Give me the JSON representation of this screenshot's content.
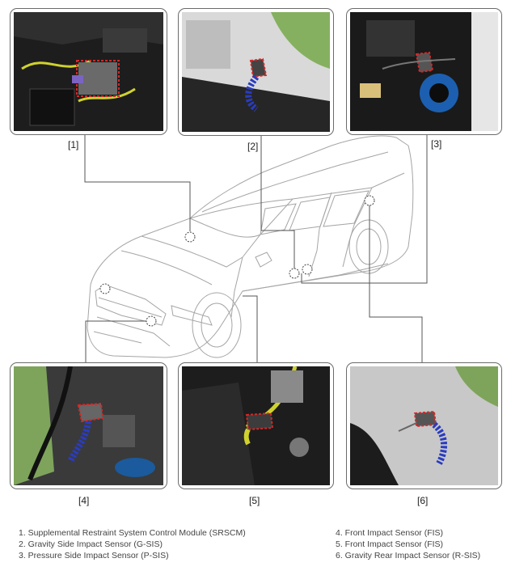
{
  "panels": [
    {
      "label": "[1]"
    },
    {
      "label": "[2]"
    },
    {
      "label": "[3]"
    },
    {
      "label": "[4]"
    },
    {
      "label": "[5]"
    },
    {
      "label": "[6]"
    }
  ],
  "legend_left": [
    "1. Supplemental Restraint System Control Module (SRSCM)",
    "2. Gravity Side Impact Sensor (G-SIS)",
    "3. Pressure Side Impact Sensor (P-SIS)"
  ],
  "legend_right": [
    "4. Front Impact Sensor (FIS)",
    "5. Front Impact Sensor (FIS)",
    "6. Gravity Rear Impact Sensor (R-SIS)"
  ],
  "colors": {
    "frame": "#6b6b6b",
    "sensor_outline": "#d62828",
    "harness_outline": "#2a3cc0",
    "leader_line": "#555555",
    "car_line": "#9a9a9a"
  }
}
